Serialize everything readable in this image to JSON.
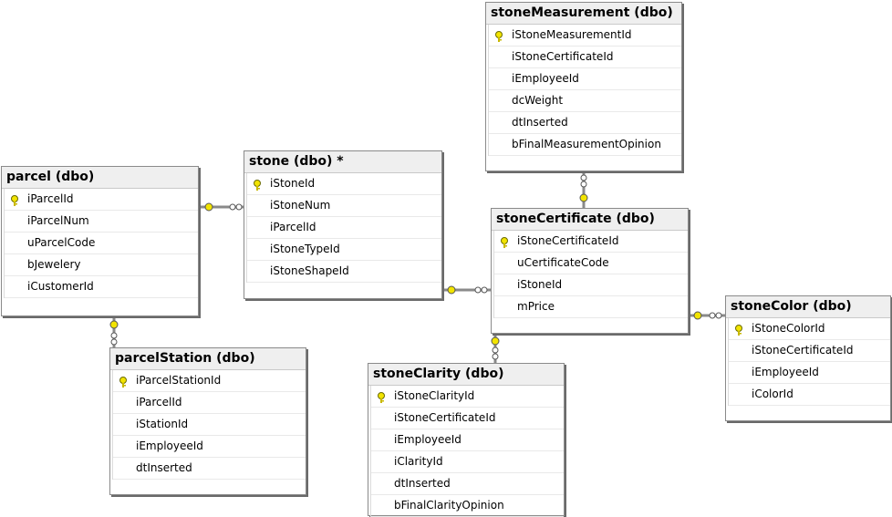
{
  "tables": {
    "stoneMeasurement": {
      "title": "stoneMeasurement (dbo)",
      "columns": [
        "iStoneMeasurementId",
        "iStoneCertificateId",
        "iEmployeeId",
        "dcWeight",
        "dtInserted",
        "bFinalMeasurementOpinion"
      ]
    },
    "parcel": {
      "title": "parcel (dbo)",
      "columns": [
        "iParcelId",
        "iParcelNum",
        "uParcelCode",
        "bJewelery",
        "iCustomerId"
      ]
    },
    "stone": {
      "title": "stone (dbo) *",
      "columns": [
        "iStoneId",
        "iStoneNum",
        "iParcelId",
        "iStoneTypeId",
        "iStoneShapeId"
      ]
    },
    "stoneCertificate": {
      "title": "stoneCertificate (dbo)",
      "columns": [
        "iStoneCertificateId",
        "uCertificateCode",
        "iStoneId",
        "mPrice"
      ]
    },
    "stoneColor": {
      "title": "stoneColor (dbo)",
      "columns": [
        "iStoneColorId",
        "iStoneCertificateId",
        "iEmployeeId",
        "iColorId"
      ]
    },
    "parcelStation": {
      "title": "parcelStation (dbo)",
      "columns": [
        "iParcelStationId",
        "iParcelId",
        "iStationId",
        "iEmployeeId",
        "dtInserted"
      ]
    },
    "stoneClarity": {
      "title": "stoneClarity (dbo)",
      "columns": [
        "iStoneClarityId",
        "iStoneCertificateId",
        "iEmployeeId",
        "iClarityId",
        "dtInserted",
        "bFinalClarityOpinion"
      ]
    }
  },
  "colors": {
    "key": "#f2e400",
    "line": "#8a8a8a"
  },
  "icons": {
    "primary_key": "key-icon",
    "one_end": "key-end-icon",
    "many_end": "infinity-end-icon"
  }
}
